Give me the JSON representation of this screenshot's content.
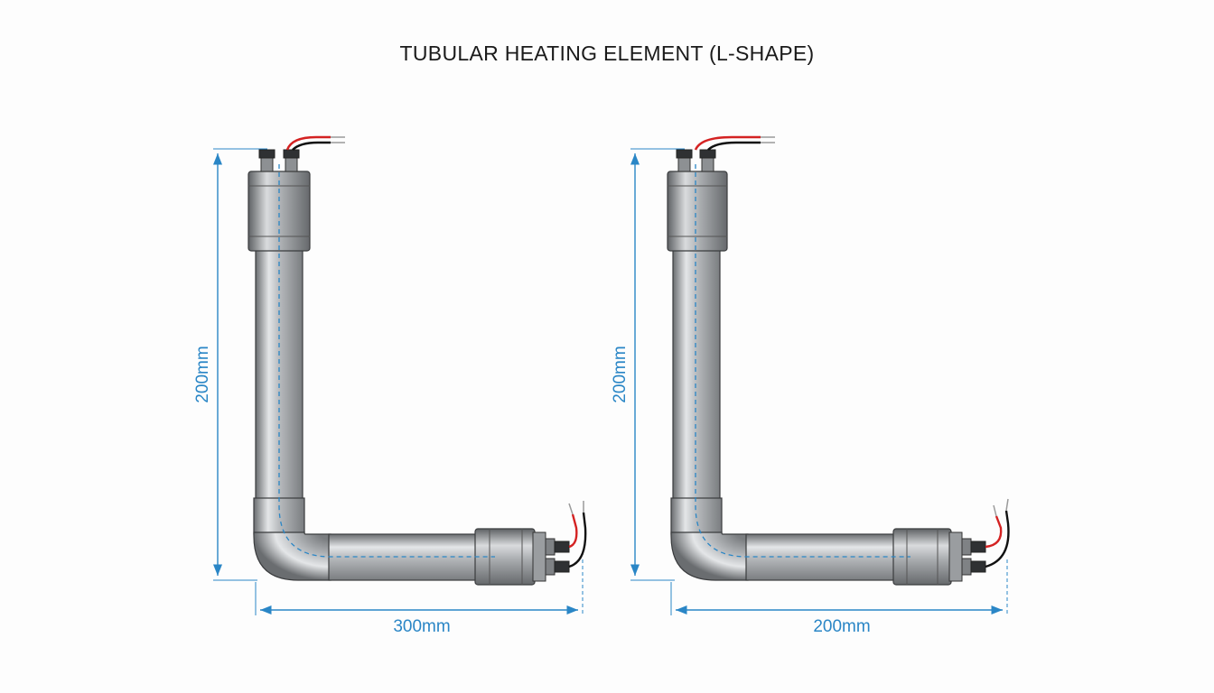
{
  "title": "TUBULAR HEATING ELEMENT (L-SHAPE)",
  "colors": {
    "background": "#fdfdfd",
    "dimension": "#2a86c6",
    "tube_dark": "#6a6d70",
    "tube_light": "#e4e6e8",
    "wire_red": "#d42222",
    "wire_black": "#111111"
  },
  "elements": [
    {
      "name": "element-left",
      "vertical_label": "200mm",
      "horizontal_label": "300mm"
    },
    {
      "name": "element-right",
      "vertical_label": "200mm",
      "horizontal_label": "200mm"
    }
  ]
}
